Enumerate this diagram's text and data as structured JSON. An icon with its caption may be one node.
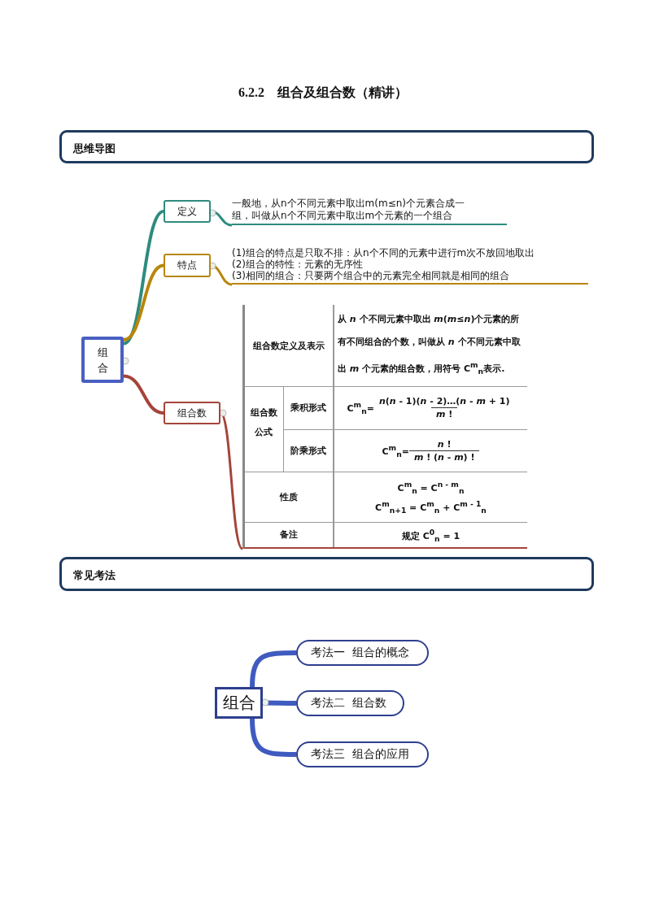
{
  "diagram": {
    "title": "6.2.2　组合及组合数（精讲）",
    "nodes": [
      {
        "text": [
          "思维导图"
        ]
      },
      {
        "text": [
          "组合"
        ]
      },
      {
        "text": [
          "定义"
        ]
      },
      {
        "text": [
          "一般地，从n个不同元素中取出m(m≤n)个元素合成一组，叫做从n个不同元素中取出m个元素的一个组合"
        ]
      },
      {
        "text": [
          "特点"
        ]
      },
      {
        "text": [
          "(1)组合的特点是只取不排：从n个不同的元素中进行m次不放回地取出",
          "(2)组合的特性：元素的无序性",
          "(3)相同的组合：只要两个组合中的元素完全相同就是相同的组合"
        ]
      },
      {
        "text": [
          "组合数"
        ]
      },
      {
        "text": [
          "组合数定义及表示",
          "从 *n* 个不同元素中取出 *m*(*m*≤*n*)个元素的所有不同组合的个数，叫做从 *n* 个不同元素中取出 *m* 个元素的组合数，用符号 C$^{m}$$_{n}$表示.",
          "组合数公式",
          "乘积形式",
          "C$^{m}$$_{n}$=",
          "*n*(*n* - 1)(*n* - 2)…(*n* - *m* + 1)",
          "*m* !",
          "阶乘形式",
          "C$^{m}$$_{n}$=",
          "*n* !",
          "*m* ! (*n* - *m*) !",
          "性质",
          "C$^{m}$$_{n}$ = C$^{n - m}$$_{n}$",
          "C$^{m}$$_{n+1}$ = C$^{m}$$_{n}$ + C$^{m - 1}$$_{n}$",
          "备注",
          "规定 C$^{0}$$_{n}$ = 1"
        ]
      },
      {
        "text": [
          "常见考法"
        ]
      },
      {
        "text": [
          "组合"
        ]
      },
      {
        "text": [
          "考法一  组合的概念"
        ]
      },
      {
        "text": [
          "考法二  组合数"
        ]
      },
      {
        "text": [
          "考法三  组合的应用"
        ]
      }
    ],
    "edges": [
      {
        "from": 1,
        "to": 2,
        "arrow": "none",
        "color": "#2e8b7f"
      },
      {
        "from": 2,
        "to": 3,
        "arrow": "none",
        "color": "#2e8b7f"
      },
      {
        "from": 1,
        "to": 4,
        "arrow": "none",
        "color": "#b8860b"
      },
      {
        "from": 4,
        "to": 5,
        "arrow": "none",
        "color": "#b8860b"
      },
      {
        "from": 1,
        "to": 6,
        "arrow": "none",
        "color": "#a5443a"
      },
      {
        "from": 6,
        "to": 7,
        "arrow": "none",
        "color": "#a5443a"
      },
      {
        "from": 9,
        "to": 10,
        "arrow": "none",
        "color": "#3f5bbf"
      },
      {
        "from": 9,
        "to": 11,
        "arrow": "none",
        "color": "#3f5bbf"
      },
      {
        "from": 9,
        "to": 12,
        "arrow": "none",
        "color": "#3f5bbf"
      }
    ]
  }
}
